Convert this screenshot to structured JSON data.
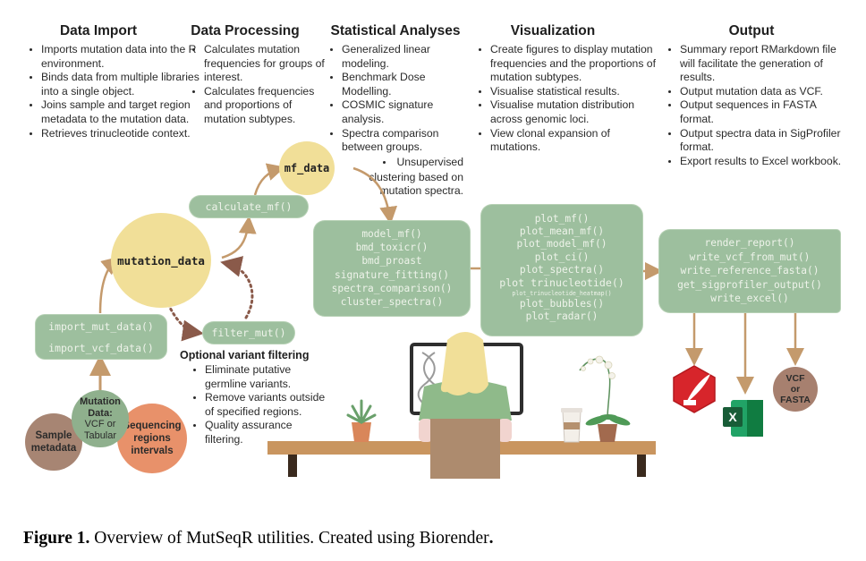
{
  "columns": {
    "data_import": {
      "title": "Data Import",
      "bullets": [
        "Imports mutation data into the R environment.",
        "Binds data from multiple libraries into a single object.",
        "Joins sample and target region metadata to the mutation data.",
        "Retrieves trinucleotide context."
      ]
    },
    "data_processing": {
      "title": "Data Processing",
      "bullets": [
        "Calculates mutation frequencies for groups of interest.",
        "Calculates frequencies and proportions of mutation subtypes."
      ]
    },
    "statistical_analyses": {
      "title": "Statistical Analyses",
      "bullets": [
        "Generalized linear modeling.",
        "Benchmark Dose Modelling.",
        "COSMIC signature analysis.",
        "Spectra comparison between groups."
      ],
      "sub_bullet": "Unsupervised clustering based on mutation spectra."
    },
    "visualization": {
      "title": "Visualization",
      "bullets": [
        "Create figures to display mutation frequencies and the proportions of mutation subtypes.",
        "Visualise statistical results.",
        "Visualise mutation distribution across genomic loci.",
        "View clonal expansion of mutations."
      ]
    },
    "output": {
      "title": "Output",
      "bullets": [
        "Summary report RMarkdown file will facilitate the generation of results.",
        "Output mutation data as VCF.",
        "Output sequences in FASTA format.",
        "Output spectra data in SigProfiler format.",
        "Export results to Excel workbook."
      ]
    }
  },
  "nodes": {
    "mutation_data": "mutation_data",
    "mf_data": "mf_data",
    "calculate_mf": "calculate_mf()",
    "filter_mut": "filter_mut()",
    "import_functions": [
      "import_mut_data()",
      "import_vcf_data()"
    ],
    "stats_functions": [
      "model_mf()",
      "bmd_toxicr()",
      "bmd_proast",
      "signature_fitting()",
      "spectra_comparison()",
      "cluster_spectra()"
    ],
    "plot_functions": [
      "plot_mf()",
      "plot_mean_mf()",
      "plot_model_mf()",
      "plot_ci()",
      "plot_spectra()",
      "plot trinucleotide()",
      "plot_trinucleotide_heatmap()",
      "plot_bubbles()",
      "plot_radar()"
    ],
    "output_functions": [
      "render_report()",
      "write_vcf_from_mut()",
      "write_reference_fasta()",
      "get_sigprofiler_output()",
      "write_excel()"
    ]
  },
  "inputs": {
    "mutation_source": "Mutation Data: VCF or Tabular",
    "mutation_source_lines": [
      "Mutation",
      "Data:",
      "VCF or",
      "Tabular"
    ],
    "sample_metadata_lines": [
      "Sample",
      "metadata"
    ],
    "sequencing_regions_lines": [
      "Sequencing",
      "regions",
      "intervals"
    ]
  },
  "filtering": {
    "title": "Optional variant filtering",
    "bullets": [
      "Eliminate putative germline variants.",
      "Remove variants outside of specified regions.",
      "Quality assurance filtering."
    ]
  },
  "outputs_icons": {
    "rmarkdown": "rmarkdown-quill-icon",
    "excel": "excel-icon",
    "vcf_fasta_lines": [
      "VCF",
      "or",
      "FASTA"
    ]
  },
  "colors": {
    "green_box": "#9dbf9e",
    "yellow_node": "#f1df98",
    "arrow": "#c49a6c",
    "dotted_arrow": "#8a5a4a",
    "mutation_circle": "#8fb08d",
    "sample_circle": "#a78573",
    "regions_circle": "#e8916a",
    "vcf_circle": "#a7806f",
    "rmarkdown_red": "#d7252b",
    "excel_green": "#1e8b4d"
  },
  "caption": {
    "label": "Figure 1.",
    "text": " Overview of MutSeqR utilities. Created using Biorender",
    "end": "."
  }
}
